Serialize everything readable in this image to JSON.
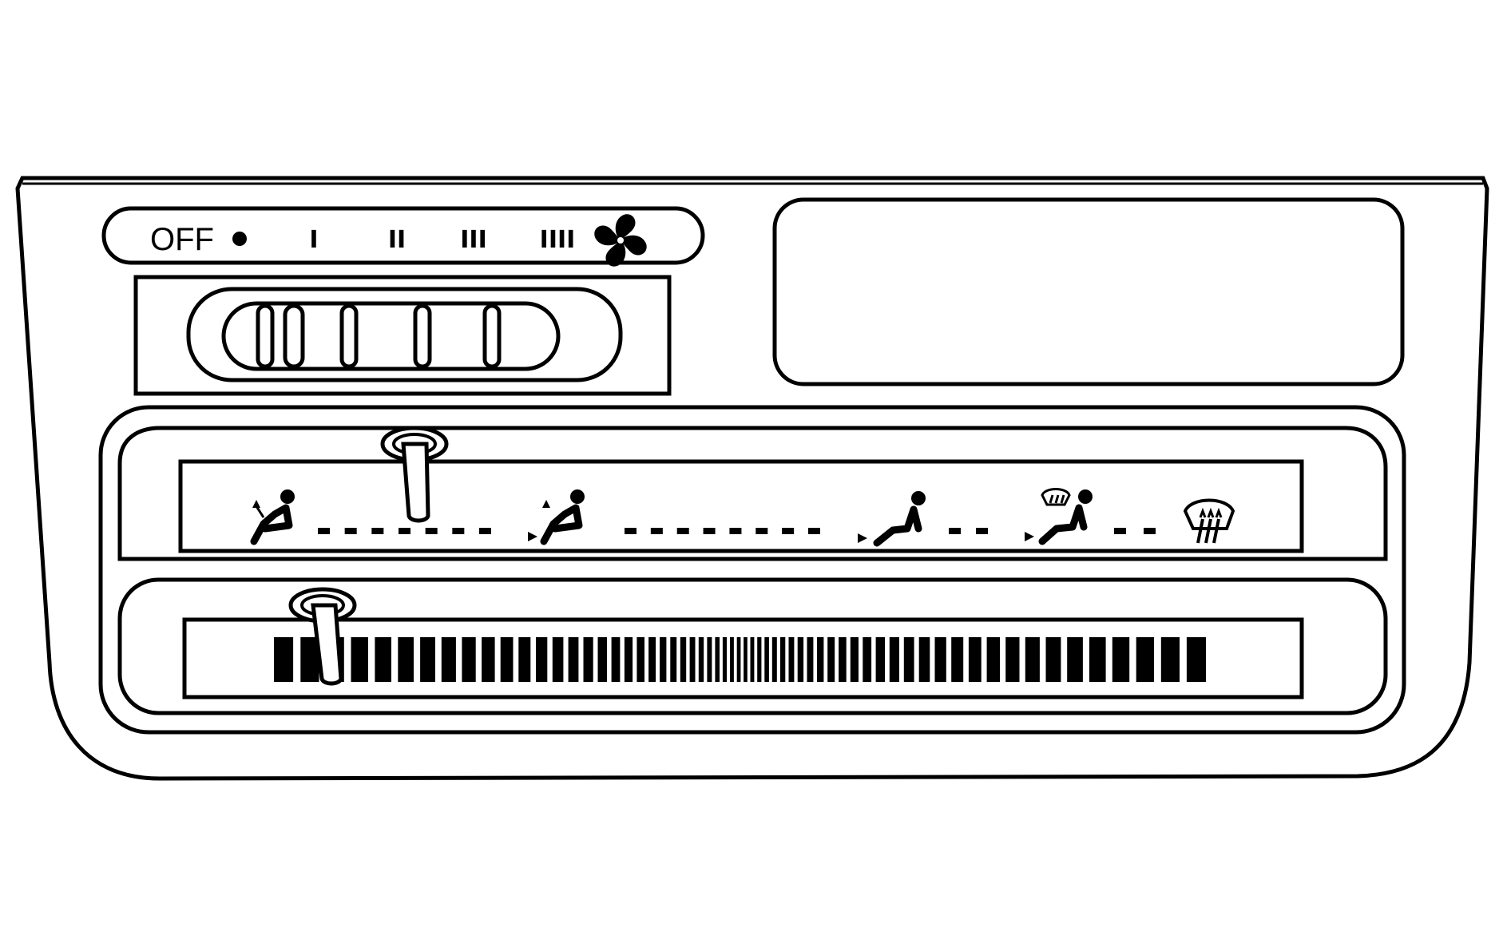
{
  "fan_speed": {
    "off_label": "OFF",
    "levels": [
      "I",
      "II",
      "III",
      "IIII"
    ],
    "selected": "OFF"
  },
  "air_distribution": {
    "modes": [
      "vent-face",
      "bi-level",
      "floor",
      "floor-defrost",
      "defrost"
    ],
    "lever_position": 0.15
  },
  "temperature": {
    "lever_position": 0.05
  },
  "colors": {
    "line": "#000000",
    "background": "#ffffff"
  }
}
